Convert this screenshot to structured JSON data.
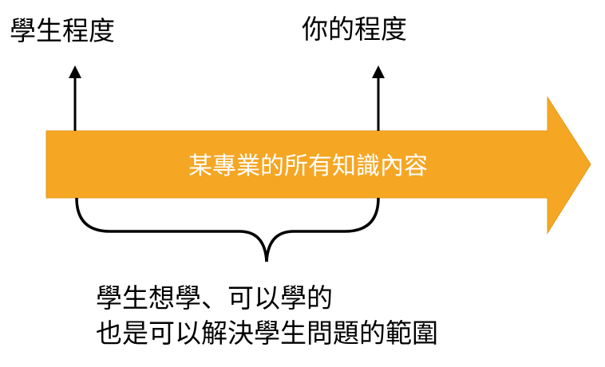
{
  "labels": {
    "student_level": "學生程度",
    "your_level": "你的程度"
  },
  "arrow": {
    "text": "某專業的所有知識內容",
    "color": "#F5A623"
  },
  "scope": {
    "line1": "學生想學、可以學的",
    "line2": "也是可以解決學生問題的範圍"
  }
}
